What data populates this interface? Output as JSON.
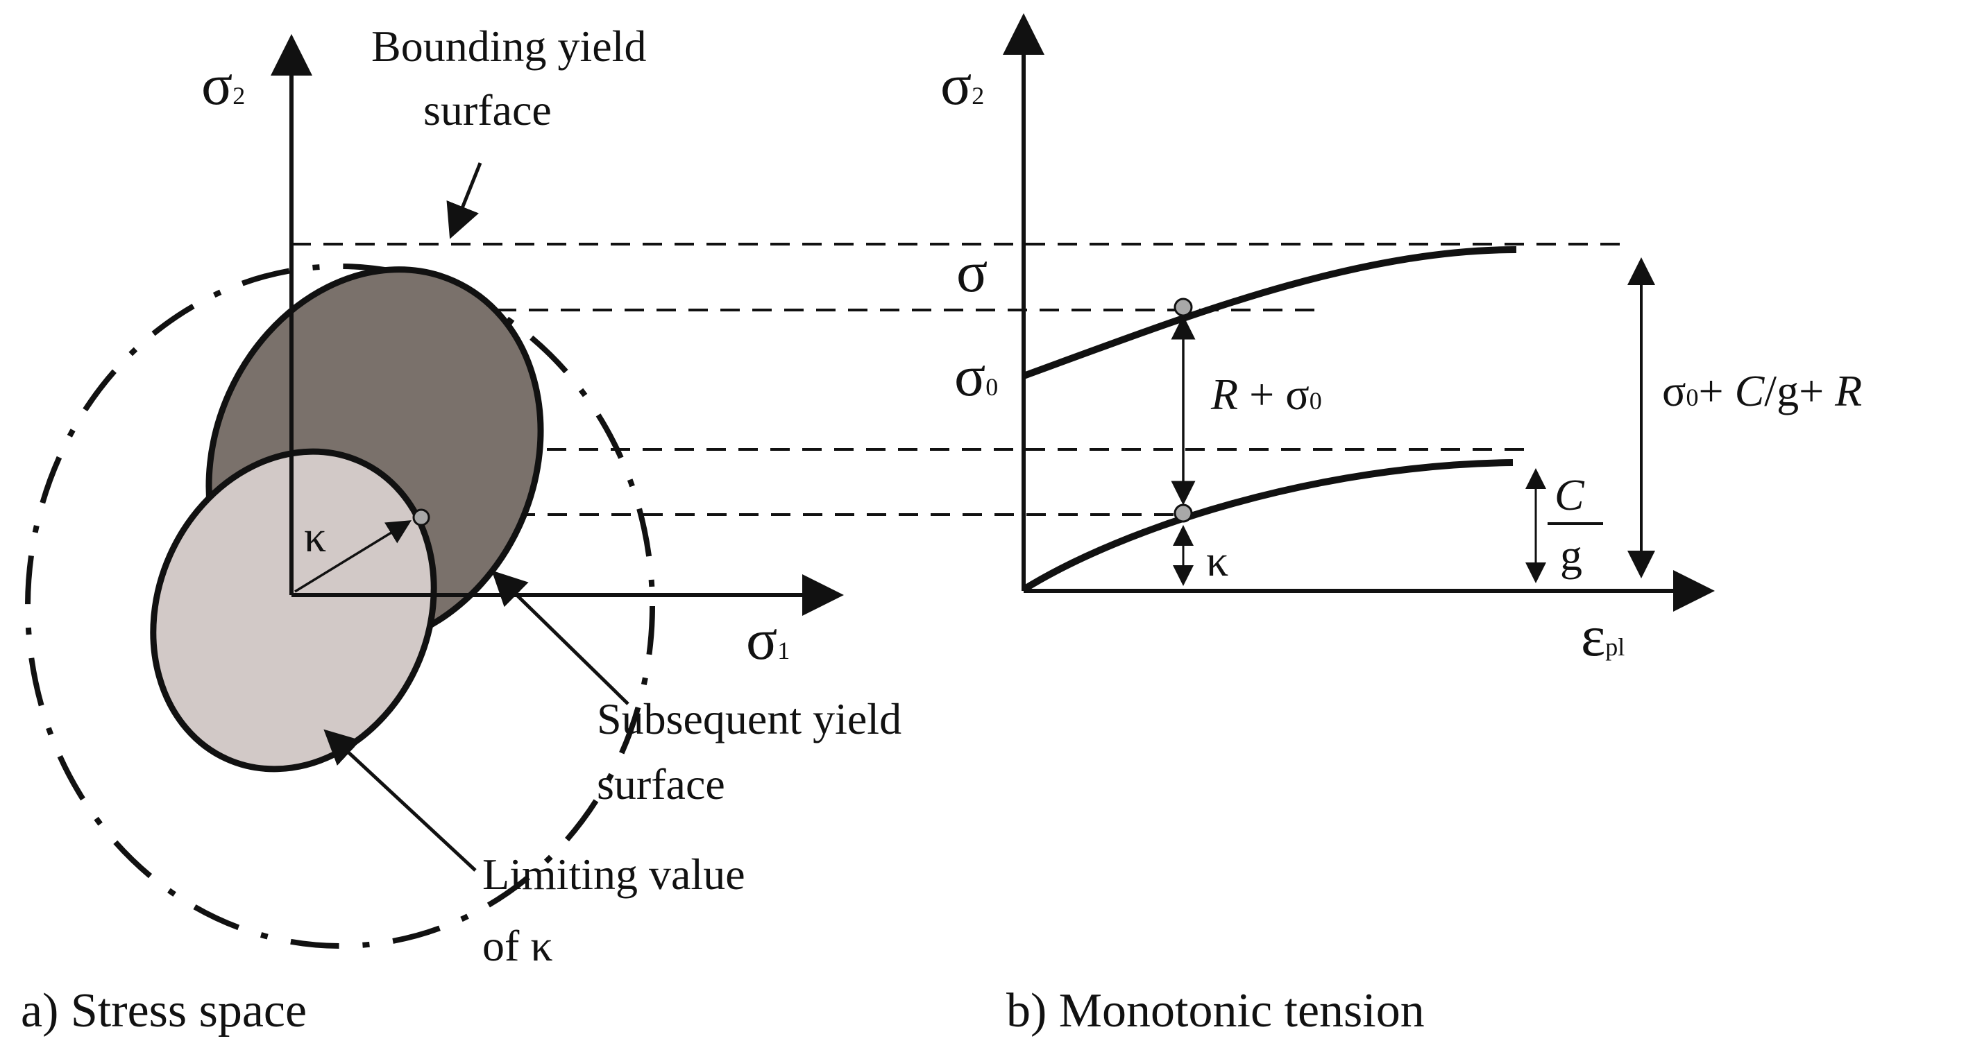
{
  "panel_a": {
    "axis_y_symbol": "σ",
    "axis_y_sub": "2",
    "axis_x_symbol": "σ",
    "axis_x_sub": "1",
    "kappa": "κ",
    "bounding_line1": "Bounding yield",
    "bounding_line2": "surface",
    "subsequent_line1": "Subsequent yield",
    "subsequent_line2": "surface",
    "limiting_line1": "Limiting value",
    "limiting_line2": "of κ",
    "caption": "a) Stress space",
    "colors": {
      "outer_ellipse_fill": "#7a716b",
      "inner_ellipse_fill": "#d2c9c7",
      "stroke": "#111111"
    }
  },
  "panel_b": {
    "axis_y_symbol": "σ",
    "axis_y_sub": "2",
    "axis_x_symbol": "ε",
    "axis_x_sub": "pl",
    "sigma": "σ",
    "sigma0_symbol": "σ",
    "sigma0_sub": "0",
    "r_plus_sigma0_r": "R",
    "r_plus_sigma0_plus": " + σ",
    "r_plus_sigma0_sub": "0",
    "kappa": "κ",
    "c_over_g_num": "C",
    "c_over_g_den": "g",
    "total_sigma": "σ",
    "total_sub": "0",
    "total_plus1": "+ ",
    "total_c": "C",
    "total_slash_g": "/g+ ",
    "total_r": "R",
    "caption": "b)    Monotonic tension"
  }
}
